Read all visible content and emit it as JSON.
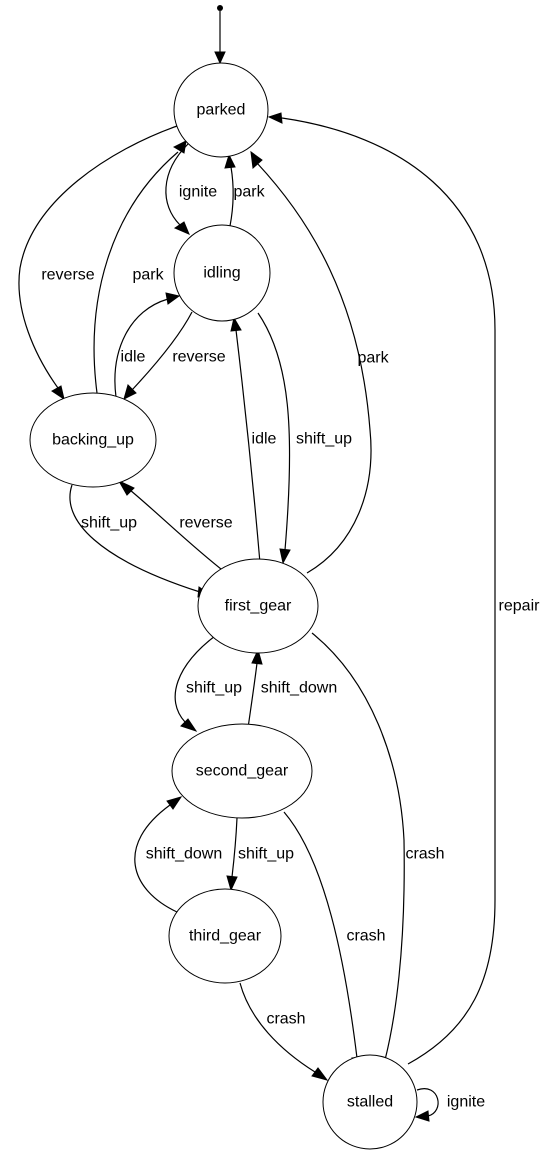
{
  "diagram": {
    "nodes": [
      {
        "id": "parked",
        "label": "parked"
      },
      {
        "id": "idling",
        "label": "idling"
      },
      {
        "id": "backing_up",
        "label": "backing_up"
      },
      {
        "id": "first_gear",
        "label": "first_gear"
      },
      {
        "id": "second_gear",
        "label": "second_gear"
      },
      {
        "id": "third_gear",
        "label": "third_gear"
      },
      {
        "id": "stalled",
        "label": "stalled"
      }
    ],
    "initial_state": "parked",
    "edges": [
      {
        "id": "e1",
        "from": "parked",
        "to": "backing_up",
        "label": "reverse"
      },
      {
        "id": "e2",
        "from": "parked",
        "to": "idling",
        "label": "ignite"
      },
      {
        "id": "e3",
        "from": "idling",
        "to": "parked",
        "label": "park"
      },
      {
        "id": "e4",
        "from": "backing_up",
        "to": "parked",
        "label": "park"
      },
      {
        "id": "e5",
        "from": "backing_up",
        "to": "idling",
        "label": "idle"
      },
      {
        "id": "e6",
        "from": "idling",
        "to": "backing_up",
        "label": "reverse"
      },
      {
        "id": "e7",
        "from": "first_gear",
        "to": "parked",
        "label": "park"
      },
      {
        "id": "e8",
        "from": "first_gear",
        "to": "idling",
        "label": "idle"
      },
      {
        "id": "e9",
        "from": "idling",
        "to": "first_gear",
        "label": "shift_up"
      },
      {
        "id": "e10",
        "from": "backing_up",
        "to": "first_gear",
        "label": "shift_up"
      },
      {
        "id": "e11",
        "from": "first_gear",
        "to": "backing_up",
        "label": "reverse"
      },
      {
        "id": "e12",
        "from": "stalled",
        "to": "parked",
        "label": "repair"
      },
      {
        "id": "e13",
        "from": "first_gear",
        "to": "second_gear",
        "label": "shift_up"
      },
      {
        "id": "e14",
        "from": "second_gear",
        "to": "first_gear",
        "label": "shift_down"
      },
      {
        "id": "e15",
        "from": "first_gear",
        "to": "stalled",
        "label": "crash"
      },
      {
        "id": "e16",
        "from": "third_gear",
        "to": "second_gear",
        "label": "shift_down"
      },
      {
        "id": "e17",
        "from": "second_gear",
        "to": "third_gear",
        "label": "shift_up"
      },
      {
        "id": "e18",
        "from": "second_gear",
        "to": "stalled",
        "label": "crash"
      },
      {
        "id": "e19",
        "from": "third_gear",
        "to": "stalled",
        "label": "crash"
      },
      {
        "id": "e20",
        "from": "stalled",
        "to": "stalled",
        "label": "ignite"
      }
    ]
  }
}
